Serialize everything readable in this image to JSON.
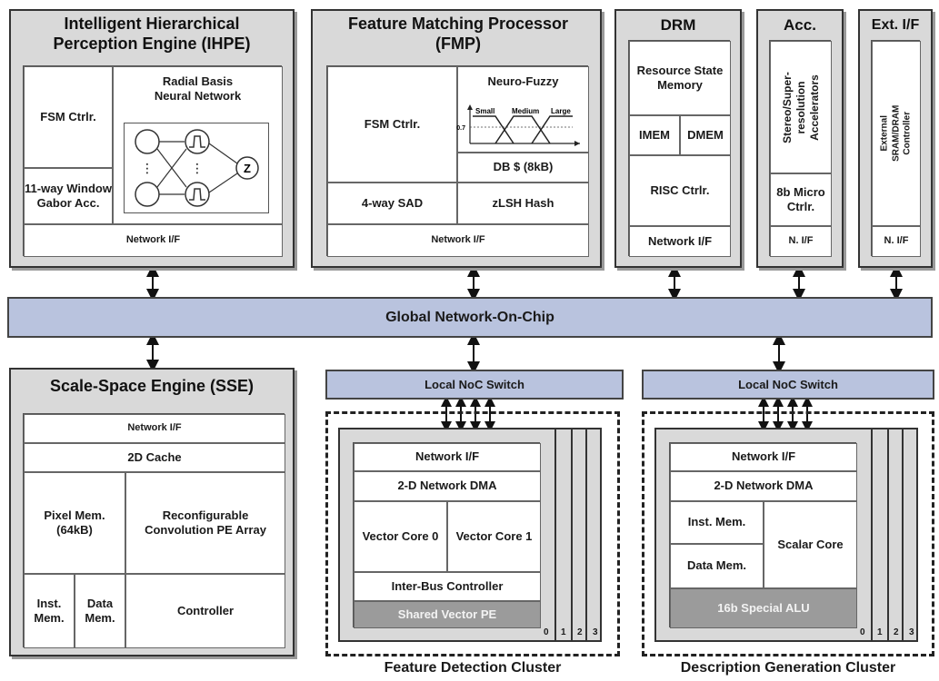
{
  "ihpe": {
    "title": "Intelligent Hierarchical Perception Engine (IHPE)",
    "fsm": "FSM Ctrlr.",
    "rbnn": "Radial Basis Neural Network",
    "gabor": "11-way Window Gabor Acc.",
    "netif": "Network I/F",
    "z": "Z",
    "dots": "⋮"
  },
  "fmp": {
    "title": "Feature Matching Processor (FMP)",
    "fsm": "FSM Ctrlr.",
    "fuzzy": "Neuro-Fuzzy",
    "fuzzy_val": "0.7",
    "fuzzy_labels": [
      "Small",
      "Medium",
      "Large"
    ],
    "db": "DB $ (8kB)",
    "sad": "4-way SAD",
    "hash": "zLSH Hash",
    "netif": "Network I/F"
  },
  "drm": {
    "title": "DRM",
    "rsm": "Resource State Memory",
    "imem": "IMEM",
    "dmem": "DMEM",
    "risc": "RISC Ctrlr.",
    "netif": "Network I/F"
  },
  "acc": {
    "title": "Acc.",
    "stereo": "Stereo/Super-resolution Accelerators",
    "micro": "8b Micro Ctrlr.",
    "netif": "N. I/F"
  },
  "ext": {
    "title": "Ext. I/F",
    "ctrl": "External SRAM/DRAM Controller",
    "netif": "N. I/F"
  },
  "noc": {
    "label": "Global Network-On-Chip"
  },
  "sse": {
    "title": "Scale-Space Engine (SSE)",
    "netif": "Network I/F",
    "cache": "2D Cache",
    "pixel": "Pixel Mem. (64kB)",
    "conv": "Reconfigurable Convolution PE Array",
    "inst": "Inst. Mem.",
    "data": "Data Mem.",
    "ctrl": "Controller"
  },
  "fdc": {
    "switch": "Local NoC Switch",
    "netif": "Network I/F",
    "dma": "2-D Network DMA",
    "core0": "Vector Core 0",
    "core1": "Vector Core 1",
    "bus": "Inter-Bus Controller",
    "pe": "Shared Vector PE",
    "label": "Feature Detection Cluster",
    "idx": [
      "0",
      "1",
      "2",
      "3"
    ]
  },
  "dgc": {
    "switch": "Local NoC Switch",
    "netif": "Network I/F",
    "dma": "2-D Network DMA",
    "inst": "Inst. Mem.",
    "data": "Data Mem.",
    "scalar": "Scalar Core",
    "alu": "16b Special ALU",
    "label": "Description Generation Cluster",
    "idx": [
      "0",
      "1",
      "2",
      "3"
    ]
  }
}
